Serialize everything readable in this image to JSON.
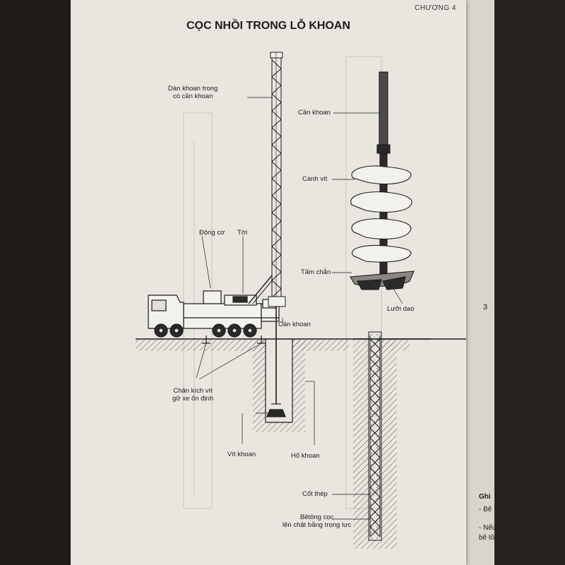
{
  "header": {
    "chapter": "CHƯƠNG 4",
    "title": "CỌC NHỒI TRONG LỖ KHOAN"
  },
  "labels": {
    "rig": "Dàn khoan trong\ncó cần khoan",
    "engine": "Động cơ",
    "winch": "Tời",
    "drill_rod_top": "Cần khoan",
    "drill_rod_bottom": "Cần khoan",
    "auger_flight": "Cánh vít",
    "shield_plate": "Tấm chắn",
    "cutting_blade": "Lưỡi dao",
    "jack_legs": "Chân kích vít\ngữ xe ổn định",
    "auger_bit": "Vít khoan",
    "borehole": "Hố khoan",
    "rebar_cage": "Cốt thép",
    "pile_concrete": "Bêtông cọc\nlên chặt bằng trọng lực"
  },
  "right_page": {
    "fragment_1": "Ghi",
    "fragment_2": "- Bê",
    "fragment_3": "- Nếu",
    "fragment_4": "bê tô",
    "fragment_5": "3"
  },
  "colors": {
    "paper": "#e9e6df",
    "ink": "#1b1b1b",
    "background": "#1f1c19"
  }
}
